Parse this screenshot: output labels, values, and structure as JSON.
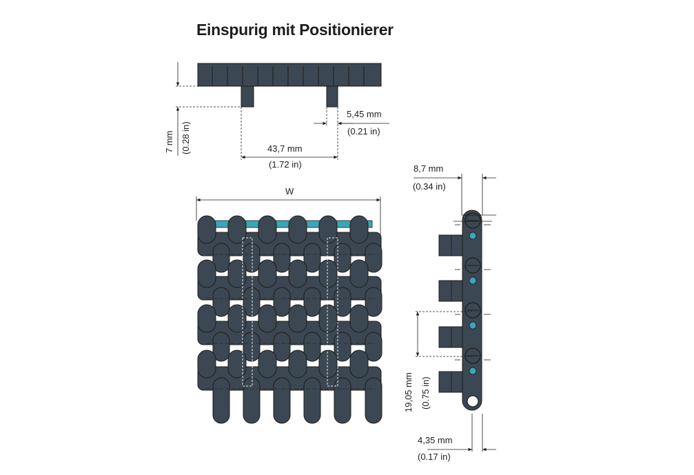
{
  "title": "Einspurig mit Positionierer",
  "dimensions": {
    "pin_width_mm": "5,45 mm",
    "pin_width_in": "(0.21 in)",
    "pin_spacing_mm": "43,7 mm",
    "pin_spacing_in": "(1.72 in)",
    "pin_height_mm": "7 mm",
    "pin_height_in": "(0.28 in)",
    "belt_width_label": "W",
    "side_thickness_mm": "8,7 mm",
    "side_thickness_in": "(0.34 in)",
    "pitch_mm": "19,05 mm",
    "pitch_in": "(0.75 in)",
    "offset_mm": "4,35 mm",
    "offset_in": "(0.17 in)"
  },
  "colors": {
    "belt": "#3b4752",
    "rod": "#3aa6b9",
    "line": "#1d1d1b",
    "hidden_line": "#ffffff"
  }
}
